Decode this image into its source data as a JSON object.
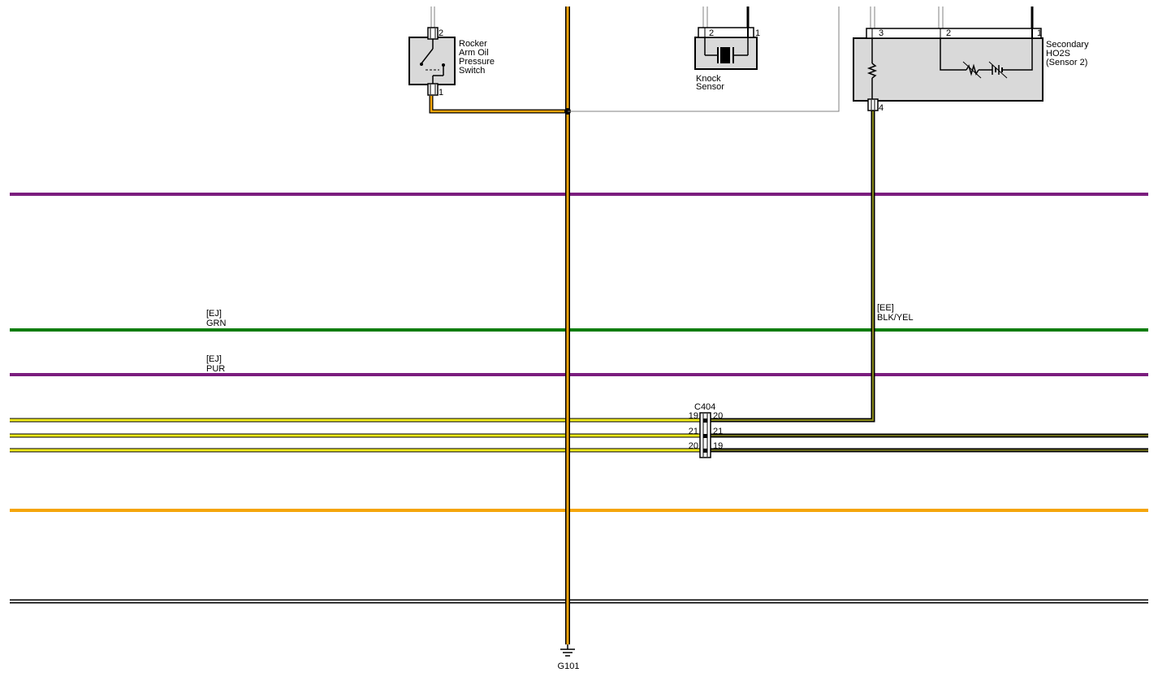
{
  "components": {
    "rocker_switch": {
      "label_lines": [
        "Rocker",
        "Arm Oil",
        "Pressure",
        "Switch"
      ],
      "pin_top": "2",
      "pin_bottom": "1"
    },
    "knock_sensor": {
      "label_lines": [
        "Knock",
        "Sensor"
      ],
      "pin_left": "2",
      "pin_right": "1"
    },
    "ho2s": {
      "label_lines": [
        "Secondary",
        "HO2S",
        "(Sensor 2)"
      ],
      "pin_a": "3",
      "pin_b": "2",
      "pin_c": "1",
      "pin_bottom": "4"
    }
  },
  "connector": {
    "name": "C404",
    "left_pins": [
      "19",
      "21",
      "20"
    ],
    "right_pins": [
      "20",
      "21",
      "19"
    ]
  },
  "wire_labels": {
    "ee_tag": "[EE]",
    "ee_color": "BLK/YEL",
    "grn_tag": "[EJ]",
    "grn_color": "GRN",
    "pur_tag": "[EJ]",
    "pur_color": "PUR"
  },
  "ground": {
    "name": "G101"
  },
  "colors": {
    "purple": "#7b1d7e",
    "green": "#0f7d0f",
    "orange": "#f5a50a",
    "yellow": "#f2ec1c",
    "black": "#000000",
    "gray": "#808080",
    "component_fill": "#d9d9d9"
  }
}
